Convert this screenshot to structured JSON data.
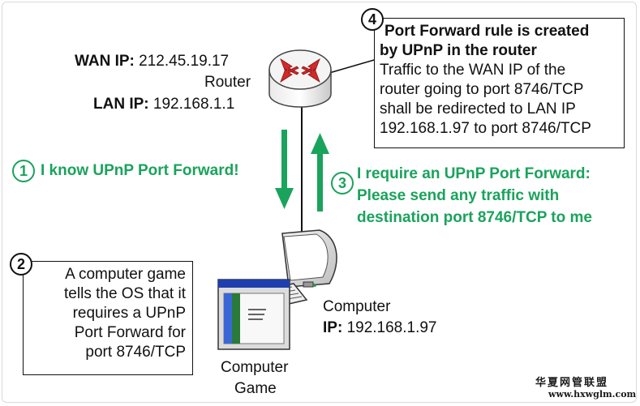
{
  "router": {
    "wan_label": "WAN IP:",
    "wan_ip": "212.45.19.17",
    "name": "Router",
    "lan_label": "LAN IP:",
    "lan_ip": "192.168.1.1"
  },
  "steps": [
    {
      "number": "1",
      "text": "I know UPnP Port Forward!"
    },
    {
      "number": "2",
      "lines": [
        "A computer game",
        "tells the OS that it",
        "requires a UPnP",
        "Port Forward for",
        "port 8746/TCP"
      ]
    },
    {
      "number": "3",
      "lines": [
        "I require an UPnP Port Forward:",
        "Please send any traffic with",
        "destination port 8746/TCP to me"
      ]
    },
    {
      "number": "4",
      "title_lines": [
        "Port Forward rule is created",
        "by UPnP in the router"
      ],
      "lines": [
        "Traffic to the WAN IP of the",
        "router going to port 8746/TCP",
        "shall be redirected to LAN IP",
        "192.168.1.97 to port 8746/TCP"
      ]
    }
  ],
  "computer": {
    "name": "Computer",
    "ip_label": "IP:",
    "ip": "192.168.1.97"
  },
  "game": {
    "line1": "Computer",
    "line2": "Game"
  },
  "watermark": {
    "cn": "华夏网管联盟",
    "url": "www.hxwglm.com"
  },
  "colors": {
    "accent_green": "#1aa35c",
    "router_red": "#d12a2a",
    "game_blue": "#1f3fb0"
  },
  "icons": [
    "router-icon",
    "computer-icon",
    "keyboard-icon",
    "game-window-icon"
  ]
}
